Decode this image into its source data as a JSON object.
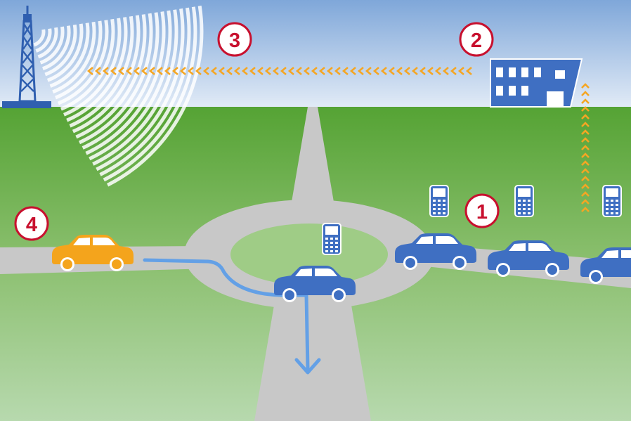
{
  "steps": [
    {
      "label": "1"
    },
    {
      "label": "2"
    },
    {
      "label": "3"
    },
    {
      "label": "4"
    }
  ],
  "colors": {
    "sky_top": "#7fa7d9",
    "sky_bottom": "#e6eef8",
    "grass_top": "#55a334",
    "grass_bottom": "#b2d6a9",
    "road": "#c8c8c8",
    "car_blue": "#3f6fc2",
    "car_orange": "#f4a41c",
    "building": "#3f6fc2",
    "arrow_orange": "#f5a623",
    "route_arrow": "#63a0e6",
    "step_badge_border": "#c8102e"
  },
  "icons": [
    "radio-tower-icon",
    "office-building-icon",
    "mobile-phone-icon",
    "car-icon"
  ]
}
